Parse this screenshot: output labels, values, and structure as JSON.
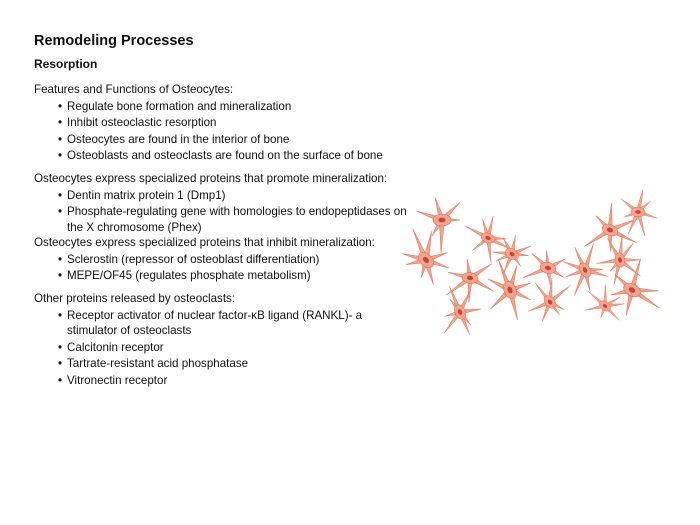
{
  "title": "Remodeling Processes",
  "subtitle": "Resorption",
  "sections": [
    {
      "heading": "Features and Functions of Osteocytes:",
      "items": [
        "Regulate bone formation and mineralization",
        "Inhibit osteoclastic resorption",
        "Osteocytes are found in the interior of bone",
        "Osteoblasts and osteoclasts are found on the surface of bone"
      ]
    },
    {
      "heading": "Osteocytes express specialized proteins that promote mineralization:",
      "items": [
        "Dentin matrix protein 1 (Dmp1)",
        "Phosphate-regulating gene with homologies to endopeptidases on the X chromosome (Phex)"
      ]
    },
    {
      "heading": "Osteocytes express specialized proteins that inhibit mineralization:",
      "items": [
        "Sclerostin (repressor of osteoblast differentiation)",
        "MEPE/OF45 (regulates phosphate metabolism)"
      ]
    },
    {
      "heading": "Other proteins released by osteoclasts:",
      "items": [
        "Receptor activator of nuclear factor-κB ligand (RANKL)- a stimulator of osteoclasts",
        "Calcitonin receptor",
        "Tartrate-resistant acid phosphatase",
        "Vitronectin receptor"
      ]
    }
  ],
  "colors": {
    "cell_fill": "#f2a48c",
    "cell_stroke": "#d9705a",
    "nucleus": "#c8443a"
  }
}
